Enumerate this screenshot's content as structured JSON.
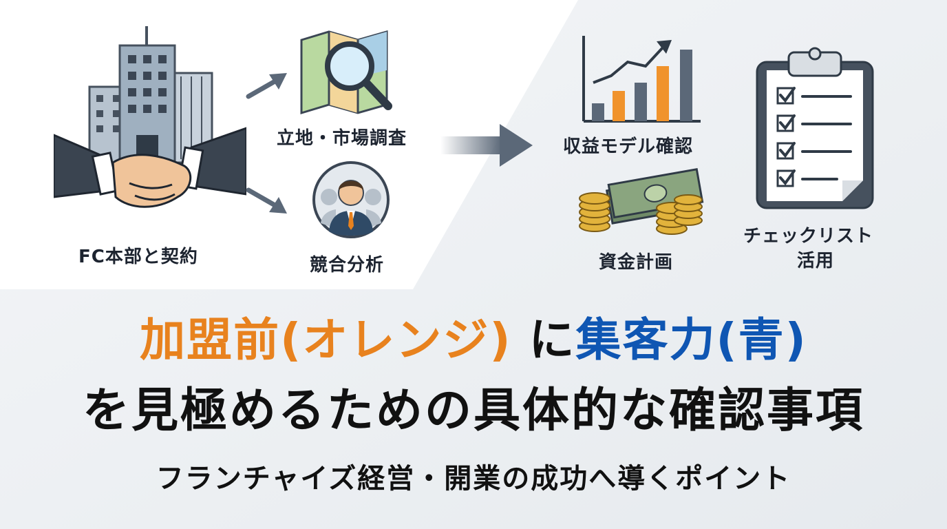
{
  "labels": {
    "fc_contract": "FC本部と契約",
    "location_research": "立地・市場調査",
    "competitor_analysis": "競合分析",
    "revenue_model": "収益モデル確認",
    "funding_plan": "資金計画",
    "checklist_line1": "チェックリスト",
    "checklist_line2": "活用"
  },
  "headline": {
    "part1": "加盟前(オレンジ)",
    "part2": " に",
    "part3": "集客力(青)",
    "line2": "を見極めるための具体的な確認事項",
    "subtitle": "フランチャイズ経営・開業の成功へ導くポイント"
  },
  "colors": {
    "orange": "#e8821e",
    "blue": "#0f56b3",
    "dark": "#111111"
  },
  "icons": [
    "building-handshake-icon",
    "map-magnifier-icon",
    "businessman-icon",
    "chart-icon",
    "money-icon",
    "clipboard-checklist-icon",
    "arrow-icon"
  ]
}
